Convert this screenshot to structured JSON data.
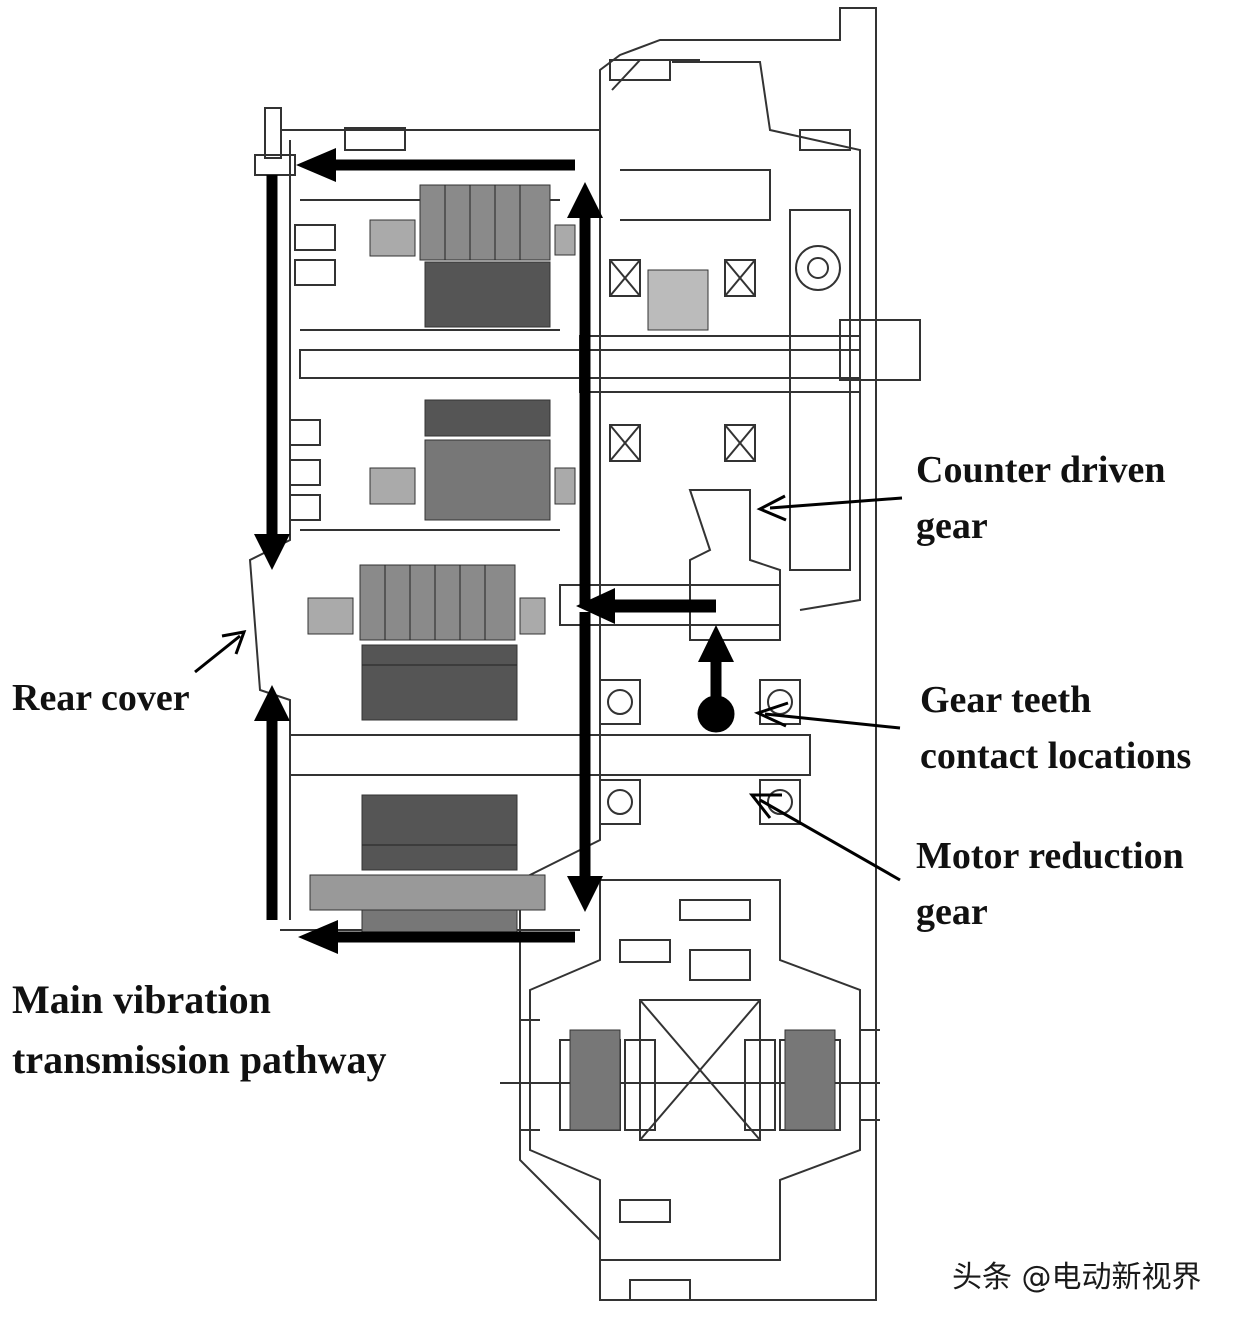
{
  "labels": {
    "counter_driven_gear": [
      "Counter driven",
      "gear"
    ],
    "gear_teeth_contact": [
      "Gear teeth",
      "contact locations"
    ],
    "motor_reduction_gear": [
      "Motor reduction",
      "gear"
    ],
    "rear_cover": "Rear cover",
    "main_vibration_pathway": [
      "Main vibration",
      "transmission pathway"
    ]
  },
  "watermark": "头条 @电动新视界",
  "colors": {
    "line": "#333333",
    "fill_dark": "#555555",
    "fill_mid": "#8a8a8a",
    "arrow": "#000000"
  }
}
